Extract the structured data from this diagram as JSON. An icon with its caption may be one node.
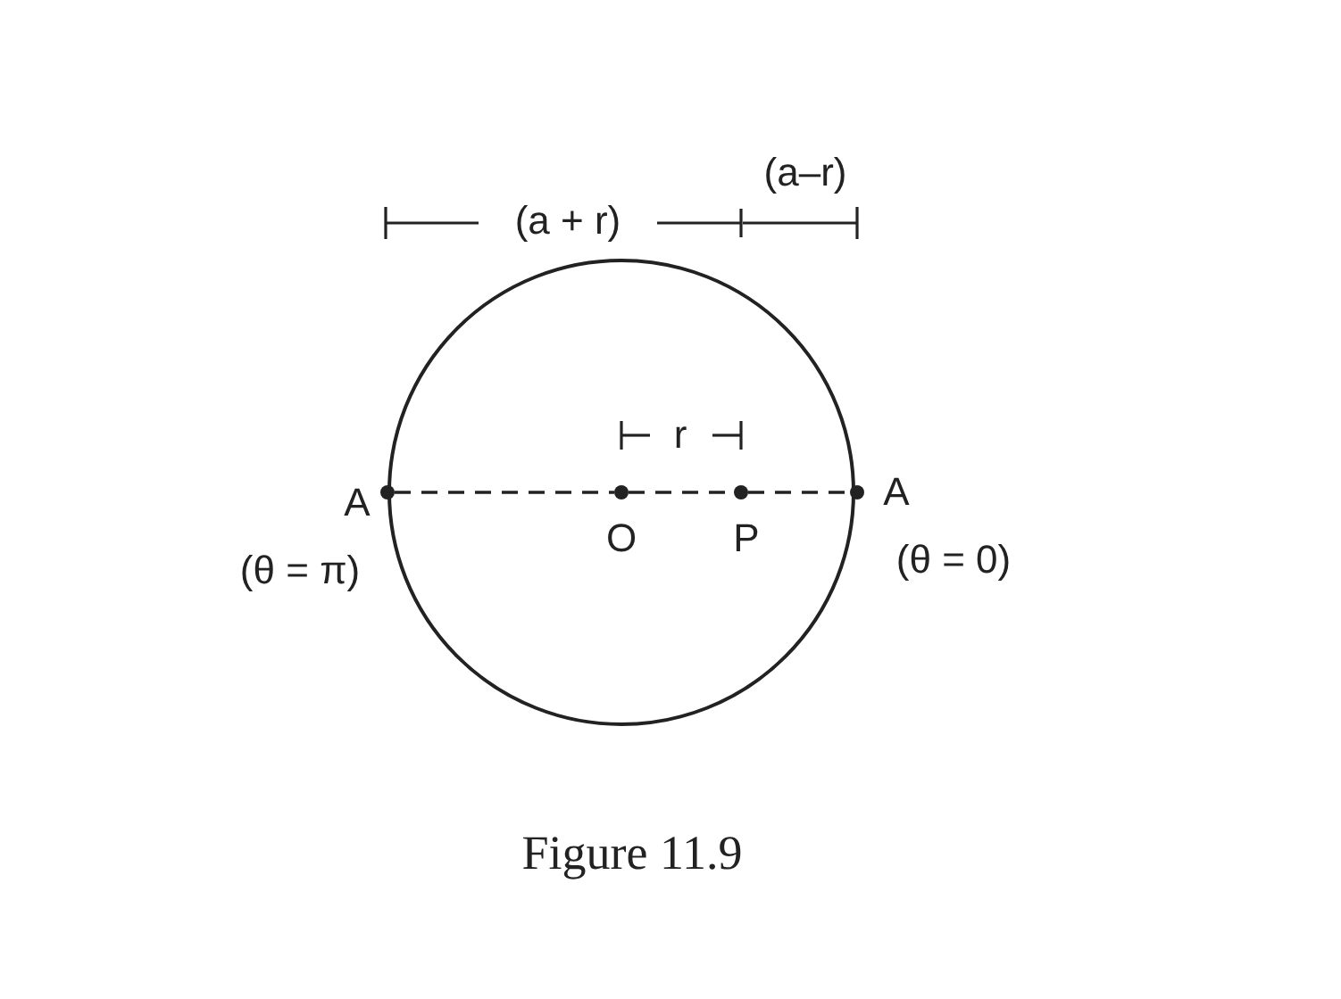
{
  "diagram": {
    "caption": "Figure 11.9",
    "nodes": [
      {
        "text": [],
        "shape": "circle"
      },
      {
        "text": [],
        "shape": "dot"
      },
      {
        "text": [],
        "shape": "dot",
        "in": 0
      },
      {
        "text": [],
        "shape": "dot",
        "in": 0
      },
      {
        "text": [],
        "shape": "dot"
      }
    ],
    "edges": [
      {
        "from": 1,
        "to": 2,
        "arrow": "none",
        "style": "dashed"
      },
      {
        "from": 2,
        "to": 3,
        "arrow": "none",
        "style": "dashed"
      },
      {
        "from": 3,
        "to": 4,
        "arrow": "none",
        "style": "dashed"
      }
    ],
    "labels": [
      "(a–r)",
      "(a + r)",
      "r",
      "A",
      "A",
      "O",
      "P",
      "(θ = π)",
      "(θ = 0)"
    ]
  }
}
